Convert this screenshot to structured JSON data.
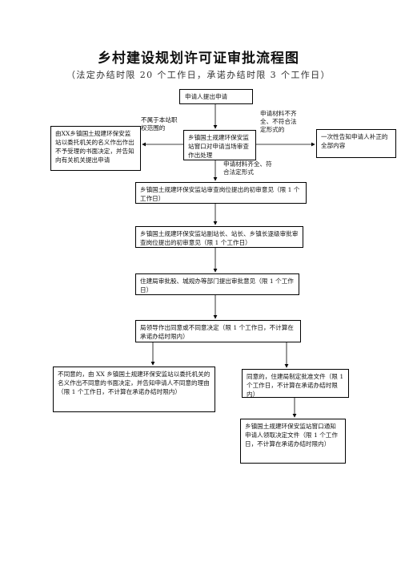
{
  "title": "乡村建设规划许可证审批流程图",
  "subtitle": "（法定办结时限 20 个工作日，承诺办结时限 3 个工作日）",
  "boxes": {
    "apply": "申请人提出申请",
    "reject": "由XX乡镇国土规建环保安监站以委托机关的名义作出作出不予受理的书面决定，并告知向有关机关提出申请",
    "window": "乡镇国土规建环保安监站窗口对申请当场审查作出处理",
    "notify_once": "一次性告知申请人补正的全部内容",
    "initial_review": "乡镇国土规建环保安监站审查岗位提出的初审意见（限 1 个工作日）",
    "secondary_review": "乡镇国土规建环保安监站副站长、站长、乡镇长逐级审批审查岗位提出的初审意见（限 1 个工作日）",
    "housing_bureau": "住建局审批股、城规办等部门提出审批意见（限 1 个工作日）",
    "leader_decision": "局领导作出同意或不同意决定（限 1 个工作日，不计算在承诺办结时限内）",
    "disagree": "不同意的，由 XX 乡镇国土规建环保安监站以委托机关的名义作出不同意的书面决定，并告知申请人不同意的理由（限 1 个工作日，不计算在承诺办结时限内）",
    "agree": "同意的，住建局制定批准文件（限 1 个工作日，不计算在承诺办结时限内）",
    "collect": "乡镇国土规建环保安监站窗口通知申请人领取决定文件（限 1 个工作日，不计算在承诺办结时限内）"
  },
  "notes": {
    "out_of_scope": "不属于本站职权范围的",
    "incomplete": "申请材料不齐全、不符合法定形式的",
    "complete": "申请材料齐全、符合法定形式"
  }
}
